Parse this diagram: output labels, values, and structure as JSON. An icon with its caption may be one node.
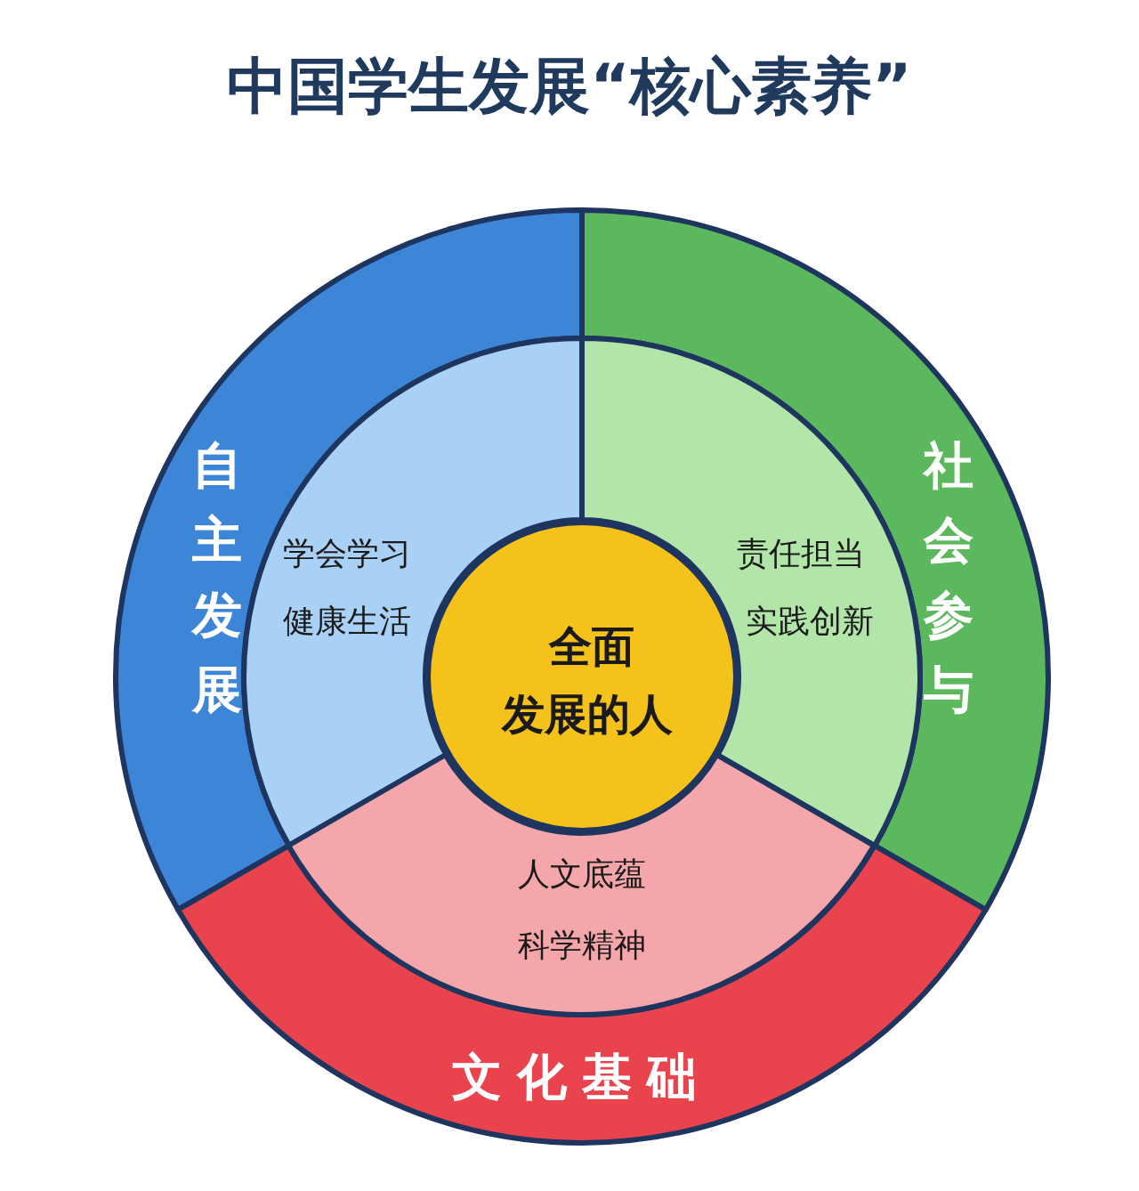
{
  "diagram": {
    "title": "中国学生发展“核心素养”",
    "nodes": [
      {
        "text": [
          "自主发展"
        ]
      },
      {
        "text": [
          "社会参与"
        ]
      },
      {
        "text": [
          "学会学习",
          "健康生活"
        ]
      },
      {
        "text": [
          "全面发展的人"
        ]
      },
      {
        "text": [
          "责任担当",
          "实践创新"
        ]
      },
      {
        "text": [
          "人文底蕴",
          "科学精神"
        ]
      },
      {
        "text": [
          "文化基础"
        ]
      }
    ]
  }
}
